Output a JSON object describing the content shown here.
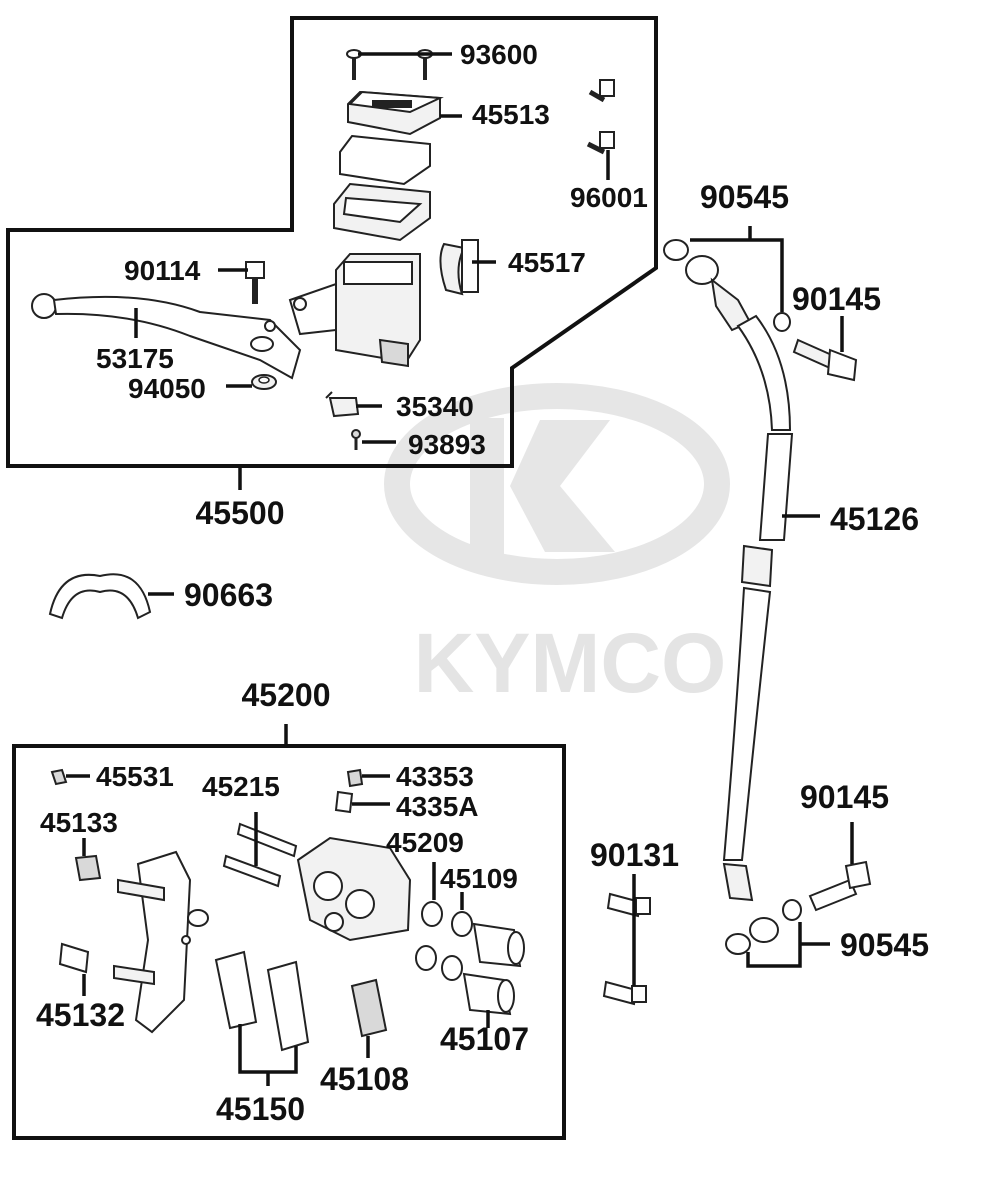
{
  "watermark": {
    "brand": "KYMCO"
  },
  "labels": {
    "p93600": "93600",
    "p45513": "45513",
    "p96001": "96001",
    "p90545_top": "90545",
    "p90114": "90114",
    "p45517": "45517",
    "p90145_top": "90145",
    "p53175": "53175",
    "p94050": "94050",
    "p35340": "35340",
    "p93893": "93893",
    "p45500": "45500",
    "p45126": "45126",
    "p90663": "90663",
    "p45200": "45200",
    "p45531": "45531",
    "p43353": "43353",
    "p45215": "45215",
    "p4335A": "4335A",
    "p45133": "45133",
    "p45209": "45209",
    "p90131": "90131",
    "p90145_bottom": "90145",
    "p45109": "45109",
    "p90545_bottom": "90545",
    "p45132": "45132",
    "p45107": "45107",
    "p45108": "45108",
    "p45150": "45150"
  }
}
